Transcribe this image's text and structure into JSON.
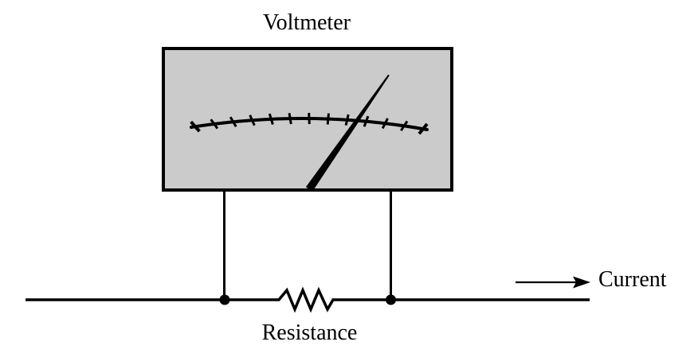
{
  "diagram": {
    "title": "Voltmeter",
    "labels": {
      "voltmeter": "Voltmeter",
      "resistance": "Resistance",
      "current": "Current"
    },
    "meter": {
      "face_color": "#cbcbcb",
      "border_color": "#000000",
      "scale": {
        "tick_count": 13,
        "labels_shown": false
      },
      "needle": {
        "reading_fraction_of_full_scale": 0.71,
        "color": "#000000"
      }
    },
    "circuit": {
      "components": [
        {
          "type": "resistor",
          "label": "Resistance"
        },
        {
          "type": "voltmeter",
          "label": "Voltmeter",
          "connection": "parallel across resistor"
        }
      ],
      "junctions": 2,
      "current_direction": "right",
      "wire_color": "#000000"
    }
  }
}
